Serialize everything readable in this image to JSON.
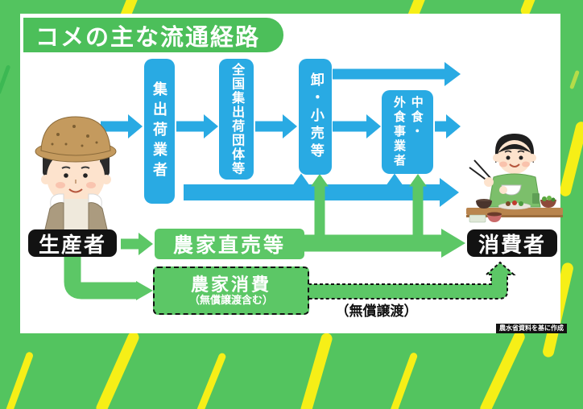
{
  "title": "コメの主な流通経路",
  "actors": {
    "producer": {
      "label": "生産者"
    },
    "consumer": {
      "label": "消費者"
    }
  },
  "nodes": {
    "shukka": {
      "label": "集出荷業者"
    },
    "zenkoku": {
      "label": "全国集出荷団体等"
    },
    "oroshi": {
      "label": "卸・小売等"
    },
    "chushoku": {
      "label": "中食・\n外食事業者"
    },
    "chokubai": {
      "label": "農家直売等"
    },
    "shohi": {
      "label": "農家消費",
      "sub": "（無償譲渡含む）"
    }
  },
  "annotations": {
    "musho_joto": "（無償譲渡）",
    "source": "農水省資料を基に作成"
  },
  "icons": {
    "producer": "farmer-icon",
    "consumer": "consumer-eating-icon"
  },
  "colors": {
    "background_green": "#53c45f",
    "stripe_yellow": "#f6ef17",
    "flow_blue": "#29aae3",
    "flow_green": "#5cc766",
    "title_green": "#4cbf5a",
    "label_black": "#121212",
    "panel_white": "#ffffff"
  }
}
